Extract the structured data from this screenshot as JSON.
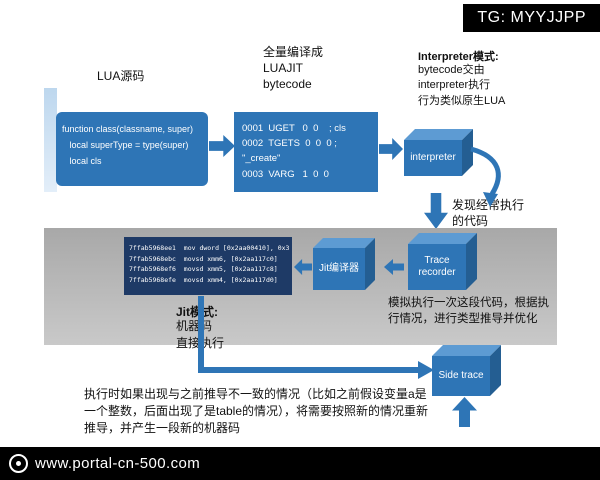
{
  "watermarks": {
    "tg_tag": "TG: MYYJJPP",
    "site_url": "www.portal-cn-500.com"
  },
  "colors": {
    "accent_blue": "#2e75b6",
    "cube_top": "#5d9bd3",
    "cube_side": "#245e92",
    "machine_code_bg": "#1e3a66",
    "gray_band": "#b3b3b3",
    "watermark_bg": "#000000"
  },
  "diagram": {
    "lua_source_label": "LUA源码",
    "source_code": "function class(classname, super)\n   local superType = type(super)\n   local cls",
    "compile_caption": "全量编译成\nLUAJIT\nbytecode",
    "bytecode": "0001  UGET   0  0    ; cls\n0002  TGETS  0  0  0 ;\n\"_create\"\n0003  VARG   1  0  0",
    "interpreter_box": "interpreter",
    "interpreter_note_title": "Interpreter模式:",
    "interpreter_note_body": "bytecode交由\ninterpreter执行\n行为类似原生LUA",
    "hot_code_label": "发现经常执行\n的代码",
    "machine_code": "7ffab5968ee1  mov dword [0x2aa00410], 0x3\n7ffab5968ebc  movsd xmm6, [0x2aa117c0]\n7ffab5968ef6  movsd xmm5, [0x2aa117c8]\n7ffab5968efe  movsd xmm4, [0x2aa117d0]",
    "jit_compiler_box": "Jit编译器",
    "trace_recorder_box": "Trace recorder",
    "jit_note_title": "Jit模式:",
    "jit_note_body": "机器码\n直接执行",
    "simulate_note": "模拟执行一次这段代码，根据执行情况，进行类型推导并优化",
    "side_trace_box": "Side trace",
    "deopt_note": "执行时如果出现与之前推导不一致的情况（比如之前假设变量a是一个整数，后面出现了是table的情况），将需要按照新的情况重新推导，并产生一段新的机器码"
  }
}
